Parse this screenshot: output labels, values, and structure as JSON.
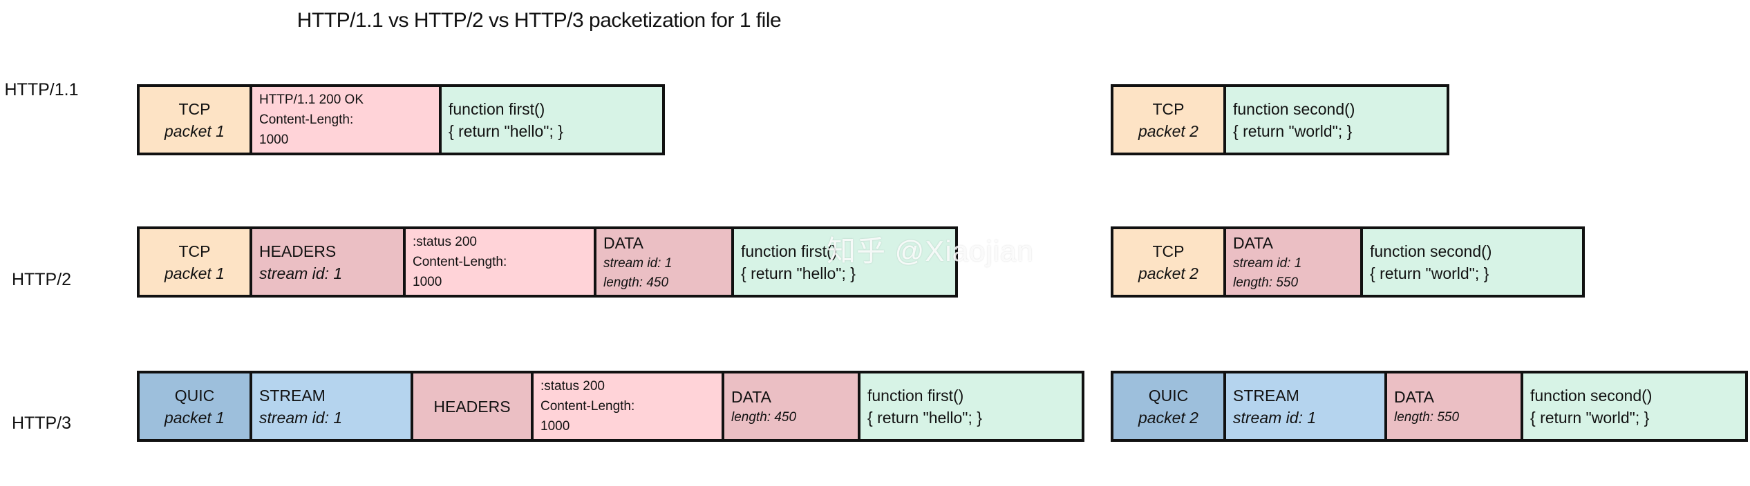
{
  "title": "HTTP/1.1 vs HTTP/2 vs HTTP/3 packetization for 1 file",
  "colors": {
    "tcp": "#fde3c5",
    "http_header": "#ffd3d8",
    "frame_header": "#ebbfc4",
    "body": "#d7f3e6",
    "quic": "#9dbfdc",
    "stream": "#b5d4ee"
  },
  "rows": {
    "http11": {
      "label": "HTTP/1.1",
      "packet1": {
        "tcp": {
          "line1": "TCP",
          "line2": "packet 1"
        },
        "header": {
          "line1": "HTTP/1.1 200 OK",
          "line2": "Content-Length:",
          "line3": "1000"
        },
        "body": {
          "line1": "function first()",
          "line2": "{ return \"hello\"; }"
        }
      },
      "packet2": {
        "tcp": {
          "line1": "TCP",
          "line2": "packet 2"
        },
        "body": {
          "line1": "function second()",
          "line2": "{ return \"world\"; }"
        }
      }
    },
    "http2": {
      "label": "HTTP/2",
      "packet1": {
        "tcp": {
          "line1": "TCP",
          "line2": "packet 1"
        },
        "headers": {
          "line1": "HEADERS",
          "line2": "stream id: 1"
        },
        "status": {
          "line1": ":status 200",
          "line2": "Content-Length:",
          "line3": "1000"
        },
        "data": {
          "line1": "DATA",
          "line2": "stream id: 1",
          "line3": "length: 450"
        },
        "body": {
          "line1": "function first()",
          "line2": "{ return \"hello\"; }"
        }
      },
      "packet2": {
        "tcp": {
          "line1": "TCP",
          "line2": "packet 2"
        },
        "data": {
          "line1": "DATA",
          "line2": "stream id: 1",
          "line3": "length: 550"
        },
        "body": {
          "line1": "function second()",
          "line2": "{ return \"world\"; }"
        }
      }
    },
    "http3": {
      "label": "HTTP/3",
      "packet1": {
        "quic": {
          "line1": "QUIC",
          "line2": "packet 1"
        },
        "stream": {
          "line1": "STREAM",
          "line2": "stream id: 1"
        },
        "headers": {
          "line1": "HEADERS"
        },
        "status": {
          "line1": ":status 200",
          "line2": "Content-Length:",
          "line3": "1000"
        },
        "data": {
          "line1": "DATA",
          "line2": "length: 450"
        },
        "body": {
          "line1": "function first()",
          "line2": "{ return \"hello\"; }"
        }
      },
      "packet2": {
        "quic": {
          "line1": "QUIC",
          "line2": "packet 2"
        },
        "stream": {
          "line1": "STREAM",
          "line2": "stream id: 1"
        },
        "data": {
          "line1": "DATA",
          "line2": "length: 550"
        },
        "body": {
          "line1": "function second()",
          "line2": "{ return \"world\"; }"
        }
      }
    }
  },
  "watermark": "知乎 @Xiaojian"
}
